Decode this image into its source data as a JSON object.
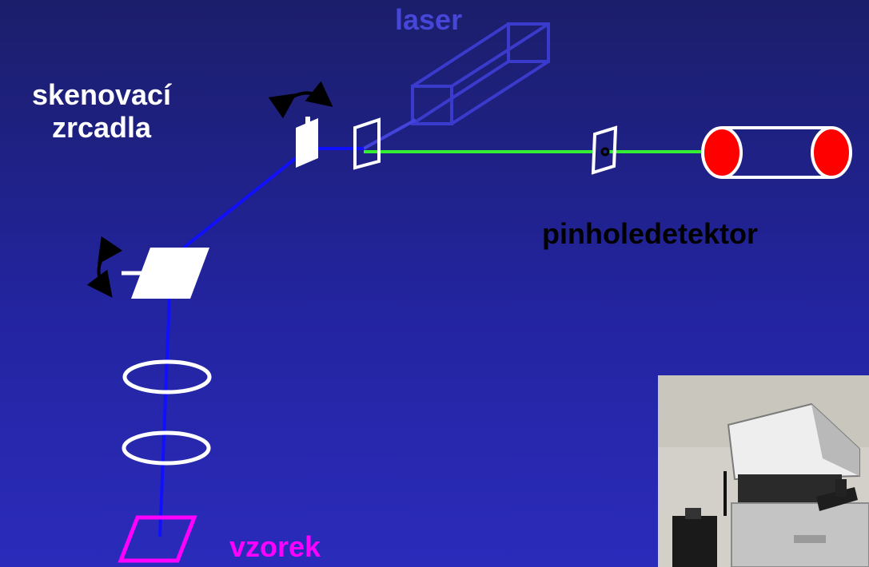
{
  "labels": {
    "laser": "laser",
    "scanning_mirrors": "skenovací zrcadla",
    "pinhole": "pinhole",
    "detector": "detektor",
    "sample": "vzorek"
  },
  "colors": {
    "background": "#2324a0",
    "laser": "#4646d8",
    "excitation_beam": "#1010ff",
    "emission_beam": "#33ee33",
    "detector_caps": "#ff0000",
    "sample": "#ff00ff",
    "optics": "#ffffff"
  },
  "icons": {
    "rotation_arrow": "curved-arrow-icon",
    "photo": "microscope-photo"
  }
}
